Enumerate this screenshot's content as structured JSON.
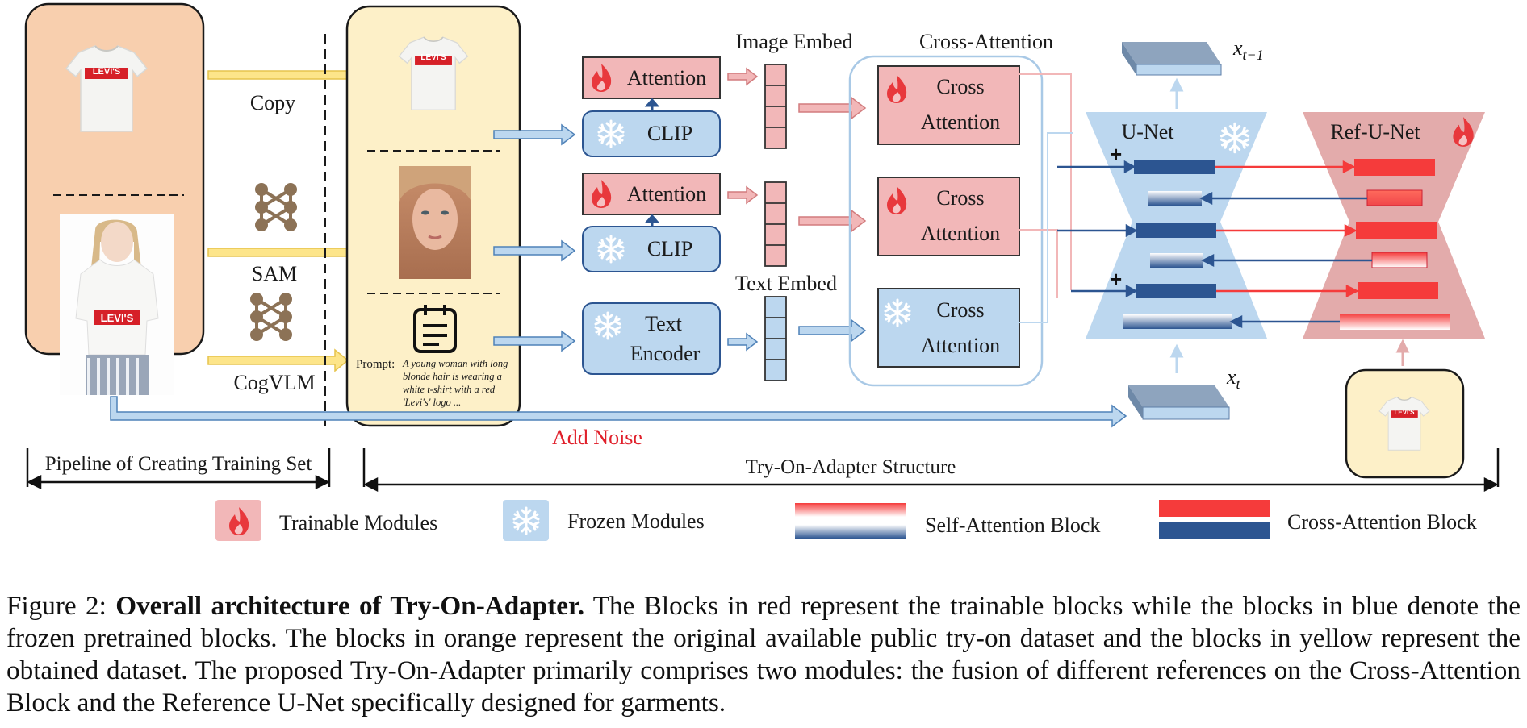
{
  "pipeline": {
    "arrow_labels": [
      "Copy",
      "SAM",
      "CogVLM"
    ],
    "section_label": "Pipeline of Creating Training Set"
  },
  "inputs": {
    "prompt_label": "Prompt:",
    "prompt_lines": [
      "A young woman with long",
      "blonde hair is wearing a",
      "white t-shirt with a red",
      "'Levi's' logo ..."
    ]
  },
  "modules": {
    "attention_label": "Attention",
    "clip_label": "CLIP",
    "text_encoder_lines": [
      "Text",
      "Encoder"
    ],
    "cross_attention_lines": [
      "Cross",
      "Attention"
    ]
  },
  "headers": {
    "image_embed": "Image Embed",
    "text_embed": "Text Embed",
    "cross_attention": "Cross-Attention",
    "unet": "U-Net",
    "ref_unet": "Ref-U-Net",
    "x_t_minus_1": "x",
    "x_t_minus_1_sub": "t−1",
    "x_t": "x",
    "x_t_sub": "t",
    "plus": "+"
  },
  "add_noise": "Add Noise",
  "structure_label": "Try-On-Adapter Structure",
  "garment_logo": "LEVI'S",
  "legend": {
    "trainable": "Trainable Modules",
    "frozen": "Frozen Modules",
    "self_attention": "Self-Attention Block",
    "cross_attention": "Cross-Attention Block"
  },
  "caption": {
    "prefix": "Figure 2: ",
    "title": "Overall architecture of Try-On-Adapter.",
    "body": " The Blocks in red represent the trainable blocks while the blocks in blue denote the frozen pretrained blocks. The blocks in orange represent the original available public try-on dataset and the blocks in yellow represent the obtained dataset. The proposed Try-On-Adapter primarily comprises two modules: the fusion of different references on the Cross-Attention Block and the Reference U-Net specifically designed for garments."
  },
  "colors": {
    "orange_panel": "#f8cfae",
    "yellow_panel": "#fdf0c8",
    "trainable": "#f2b7b8",
    "frozen": "#bcd7ef",
    "unet_blue": "#2c5591",
    "ref_red": "#f53b3b",
    "arrow_yellow": "#fde58a",
    "add_noise_red": "#e0202b"
  }
}
